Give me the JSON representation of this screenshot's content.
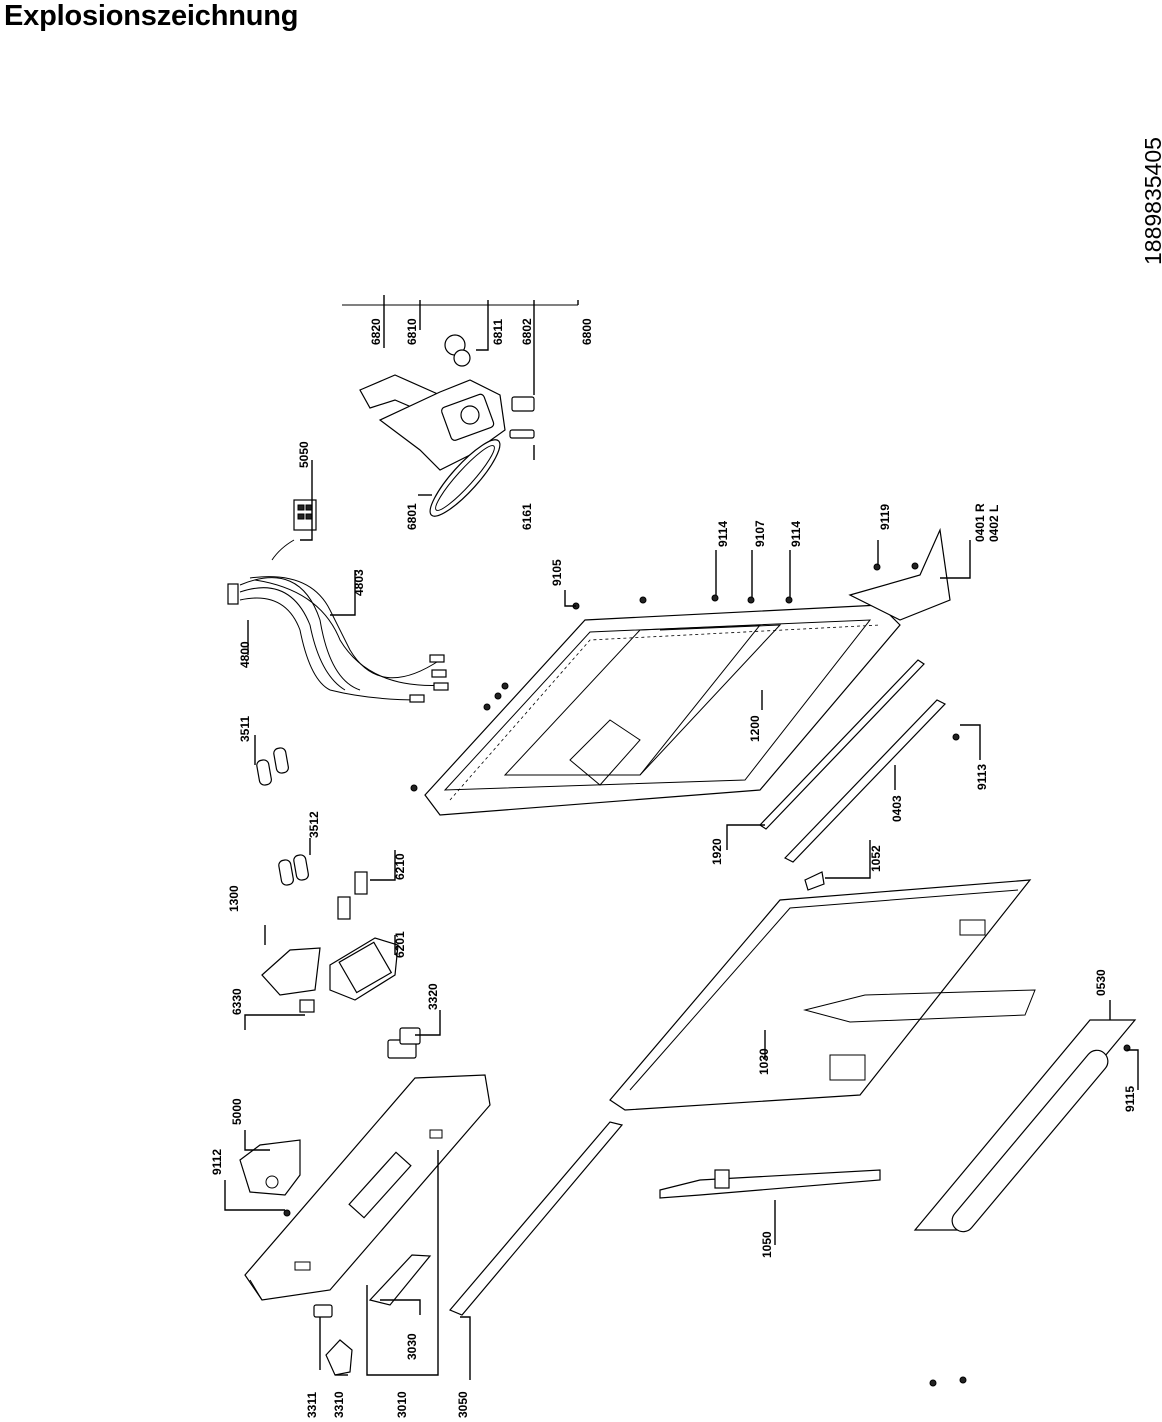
{
  "title": "Explosionszeichnung",
  "document_number": "1889835405",
  "labels": {
    "p6820": "6820",
    "p6810": "6810",
    "p6811": "6811",
    "p6802": "6802",
    "p6800": "6800",
    "p5050": "5050",
    "p6801": "6801",
    "p6161": "6161",
    "p9114a": "9114",
    "p9107": "9107",
    "p9114b": "9114",
    "p9119": "9119",
    "p0401": "0401 R",
    "p0402": "0402 L",
    "p9105": "9105",
    "p4803": "4803",
    "p4800": "4800",
    "p3511": "3511",
    "p1200": "1200",
    "p9113": "9113",
    "p0403": "0403",
    "p3512": "3512",
    "p1300": "1300",
    "p6210": "6210",
    "p1920": "1920",
    "p1052": "1052",
    "p6201": "6201",
    "p6330": "6330",
    "p3320": "3320",
    "p0530": "0530",
    "p1030": "1030",
    "p5000": "5000",
    "p9112": "9112",
    "p9115": "9115",
    "p1050": "1050",
    "p3030": "3030",
    "p3311": "3311",
    "p3310": "3310",
    "p3010": "3010",
    "p3050": "3050"
  }
}
